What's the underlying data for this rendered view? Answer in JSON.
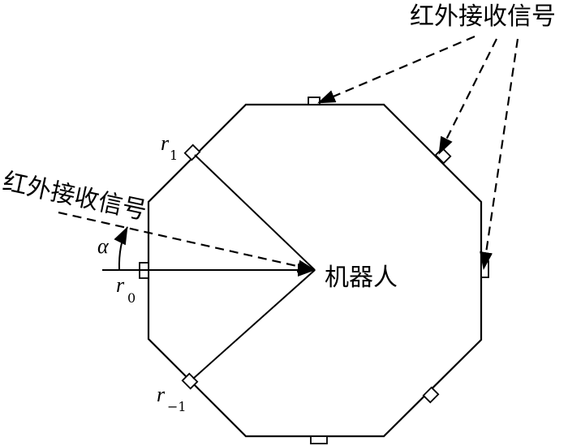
{
  "labels": {
    "ir_signal_top": "红外接收信号",
    "ir_signal_left": "红外接收信号",
    "robot": "机器人",
    "alpha": "α",
    "r1": "r",
    "r1_sub": "1",
    "r0": "r",
    "r0_sub": "0",
    "rm1": "r",
    "rm1_sub": "−1"
  }
}
